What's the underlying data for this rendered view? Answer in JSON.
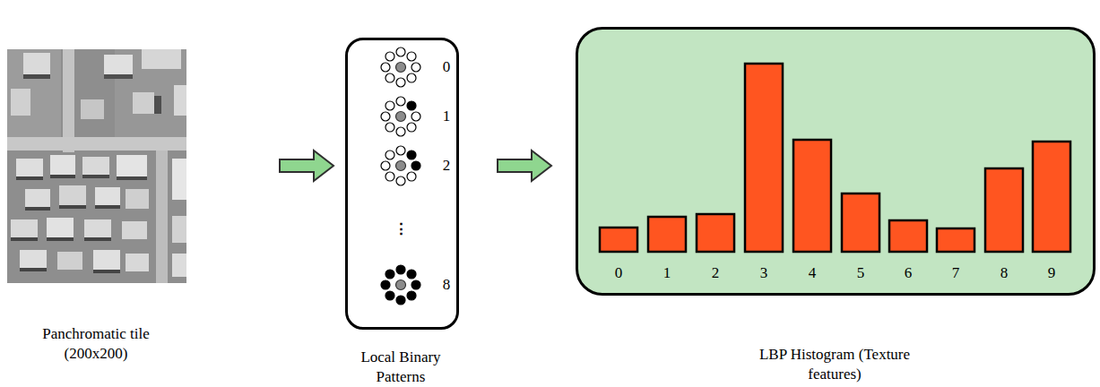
{
  "diagram": {
    "nodes": [
      {
        "text": [
          "Panchromatic tile (200x200)"
        ]
      },
      {
        "text": [
          "0",
          "1",
          "2",
          "⋮",
          "8",
          "Local Binary Patterns"
        ]
      },
      {
        "text": [
          "0",
          "1",
          "2",
          "3",
          "4",
          "5",
          "6",
          "7",
          "8",
          "9",
          "LBP Histogram (Texture features)"
        ]
      }
    ],
    "edges": [
      {
        "from": 0,
        "to": 1,
        "arrow": "to"
      },
      {
        "from": 1,
        "to": 2,
        "arrow": "to"
      }
    ]
  }
}
